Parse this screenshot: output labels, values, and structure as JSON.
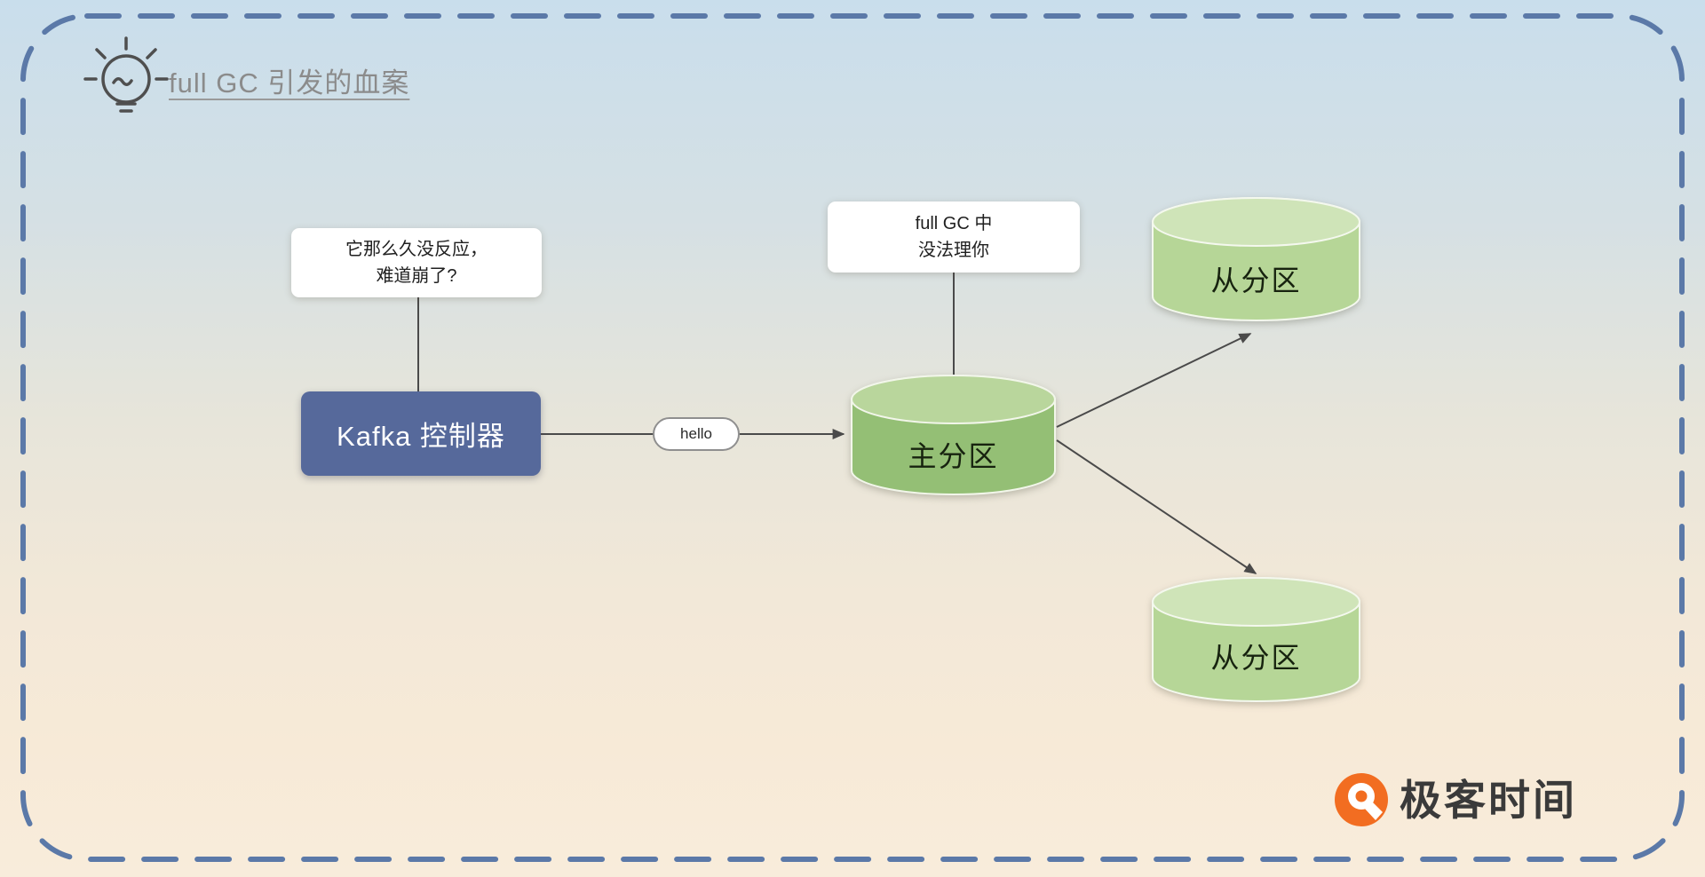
{
  "header": {
    "title": "full GC 引发的血案"
  },
  "callouts": {
    "controller": {
      "line1": "它那么久没反应，",
      "line2": "难道崩了?"
    },
    "gc": {
      "line1": "full GC 中",
      "line2": "没法理你"
    }
  },
  "nodes": {
    "controller": "Kafka 控制器",
    "leader": "主分区",
    "follower_top": "从分区",
    "follower_bottom": "从分区"
  },
  "labels": {
    "message": "hello"
  },
  "brand": {
    "name": "极客时间",
    "color": "#f26d21"
  },
  "icons": {
    "title_icon": "lightbulb-icon",
    "brand_icon": "geektime-logo-icon"
  },
  "colors": {
    "border_dash": "#5b79a8",
    "controller_fill": "#56699b",
    "leader_body": "#94bf75",
    "leader_top": "#b9d69c",
    "follower_body": "#b6d697",
    "follower_top": "#cfe4b8",
    "connector": "#4a4a4a",
    "title_text": "#8b8b8b"
  }
}
